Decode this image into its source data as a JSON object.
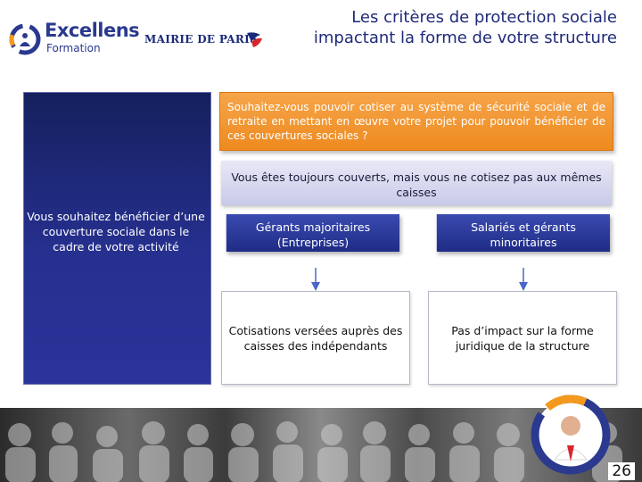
{
  "logos": {
    "excellens_line1": "Excellens",
    "excellens_line2": "Formation",
    "paris": "MAIRIE DE PARIS"
  },
  "title": "Les critères de protection sociale impactant la forme de votre structure",
  "left_panel": {
    "text": "Vous souhaitez bénéficier d’une couverture sociale dans le cadre de votre activité"
  },
  "question_box": {
    "text": "Souhaitez-vous pouvoir cotiser au système de sécurité sociale et de retraite en mettant en œuvre votre projet pour pouvoir bénéficier de ces couvertures sociales ?"
  },
  "answer_box": {
    "text": "Vous êtes toujours couverts, mais vous ne cotisez pas aux mêmes caisses"
  },
  "columns": [
    {
      "header": "Gérants majoritaires (Entreprises)",
      "result": "Cotisations versées auprès des caisses des indépendants"
    },
    {
      "header": "Salariés et gérants minoritaires",
      "result": "Pas d’impact sur la forme juridique de la structure"
    }
  ],
  "page_number": "26",
  "colors": {
    "navy": "#1f2a7a",
    "orange": "#ee8a1f",
    "lavender": "#c9cae9",
    "blue": "#2a3a9a"
  }
}
